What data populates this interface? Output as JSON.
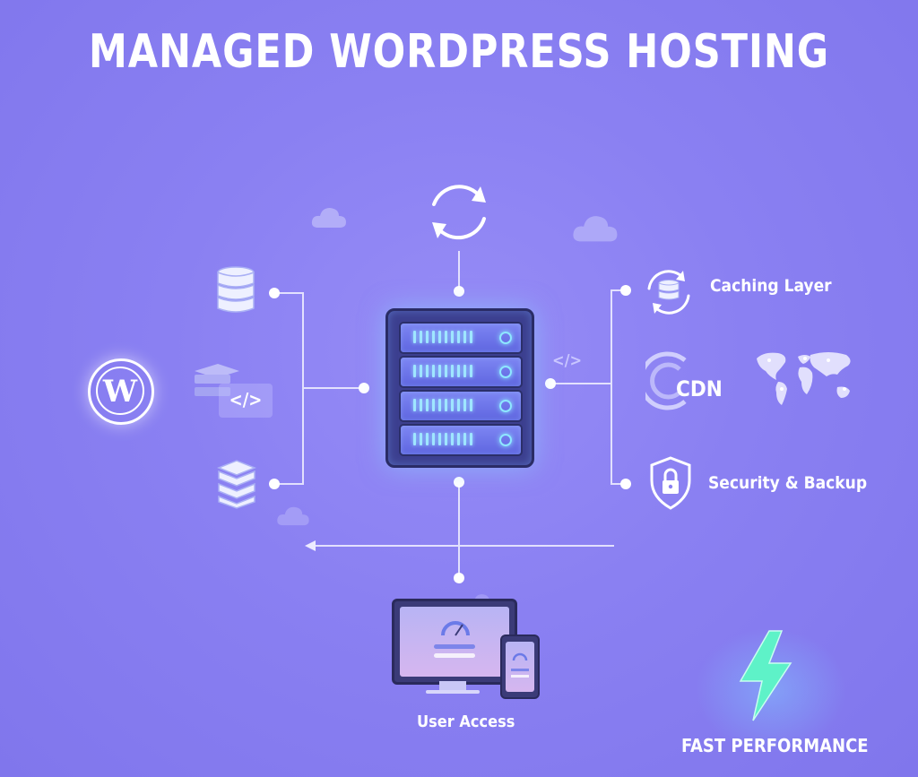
{
  "title": "MANAGED WORDPRESS HOSTING",
  "nodes": {
    "caching": "Caching Layer",
    "cdn": "CDN",
    "security": "Security & Backup",
    "user_access": "User Access",
    "fast_performance": "FAST PERFORMANCE"
  },
  "code_glyph": "</>",
  "wordpress_glyph": "W",
  "colors": {
    "background": "#8a80f2",
    "line": "#e9e7ff",
    "server_body": "#3c3f8f",
    "server_accent": "#9fe6ff",
    "bolt": "#5ef2c8"
  },
  "icons": [
    "refresh-icon",
    "cloud-icon",
    "database-icon",
    "wordpress-icon",
    "code-icon",
    "layers-icon",
    "server-rack-icon",
    "cache-refresh-icon",
    "cdn-globe-icon",
    "world-map-icon",
    "shield-lock-icon",
    "monitor-icon",
    "phone-icon",
    "speedometer-icon",
    "lightning-bolt-icon"
  ]
}
